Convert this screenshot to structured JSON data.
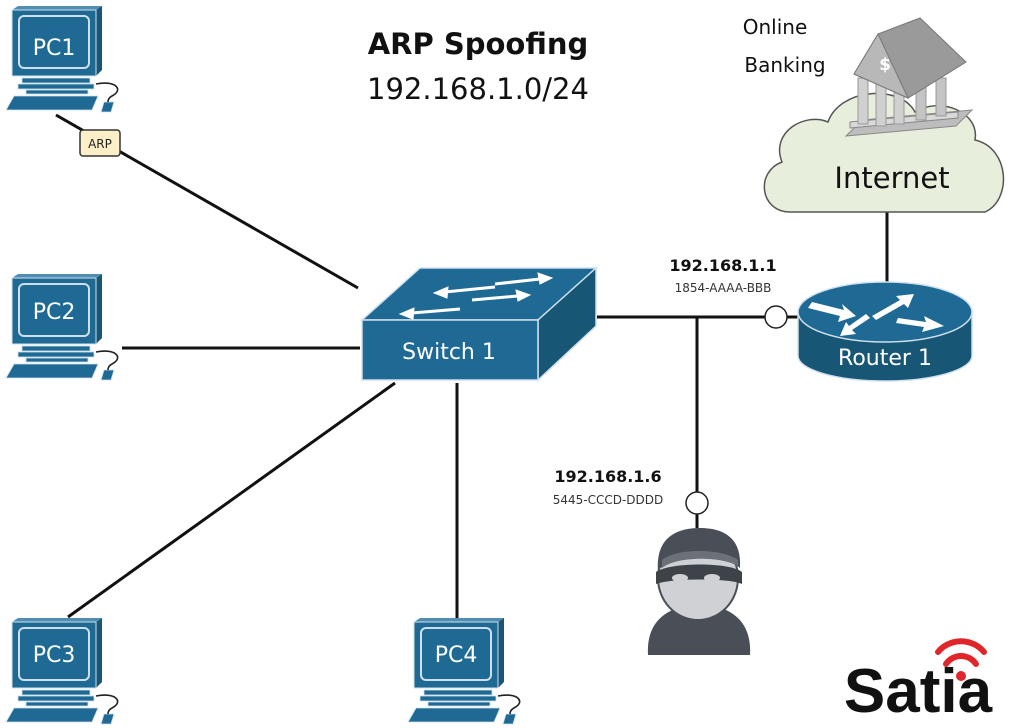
{
  "title": {
    "heading": "ARP Spoofing",
    "subnet": "192.168.1.0/24"
  },
  "colors": {
    "device_blue": "#1f6a95",
    "device_blue_dark": "#185675",
    "cloud_fill": "#e8eedc",
    "attacker_dark": "#4a4f57",
    "attacker_light": "#cfd1d4",
    "arp_badge_fill": "#fcefc7",
    "logo_red": "#e0262b",
    "line": "#111111"
  },
  "devices": {
    "pc1": {
      "label": "PC1"
    },
    "pc2": {
      "label": "PC2"
    },
    "pc3": {
      "label": "PC3"
    },
    "pc4": {
      "label": "PC4"
    },
    "switch": {
      "label": "Switch 1"
    },
    "router": {
      "label": "Router 1",
      "ip": "192.168.1.1",
      "mac": "1854-AAAA-BBB"
    },
    "attacker": {
      "ip": "192.168.1.6",
      "mac": "5445-CCCD-DDDD"
    },
    "internet": {
      "label": "Internet"
    },
    "bank": {
      "label_line1": "Online",
      "label_line2": "Banking",
      "symbol": "$"
    }
  },
  "arp_badge": {
    "label": "ARP"
  },
  "logo": {
    "text": "Satia"
  }
}
